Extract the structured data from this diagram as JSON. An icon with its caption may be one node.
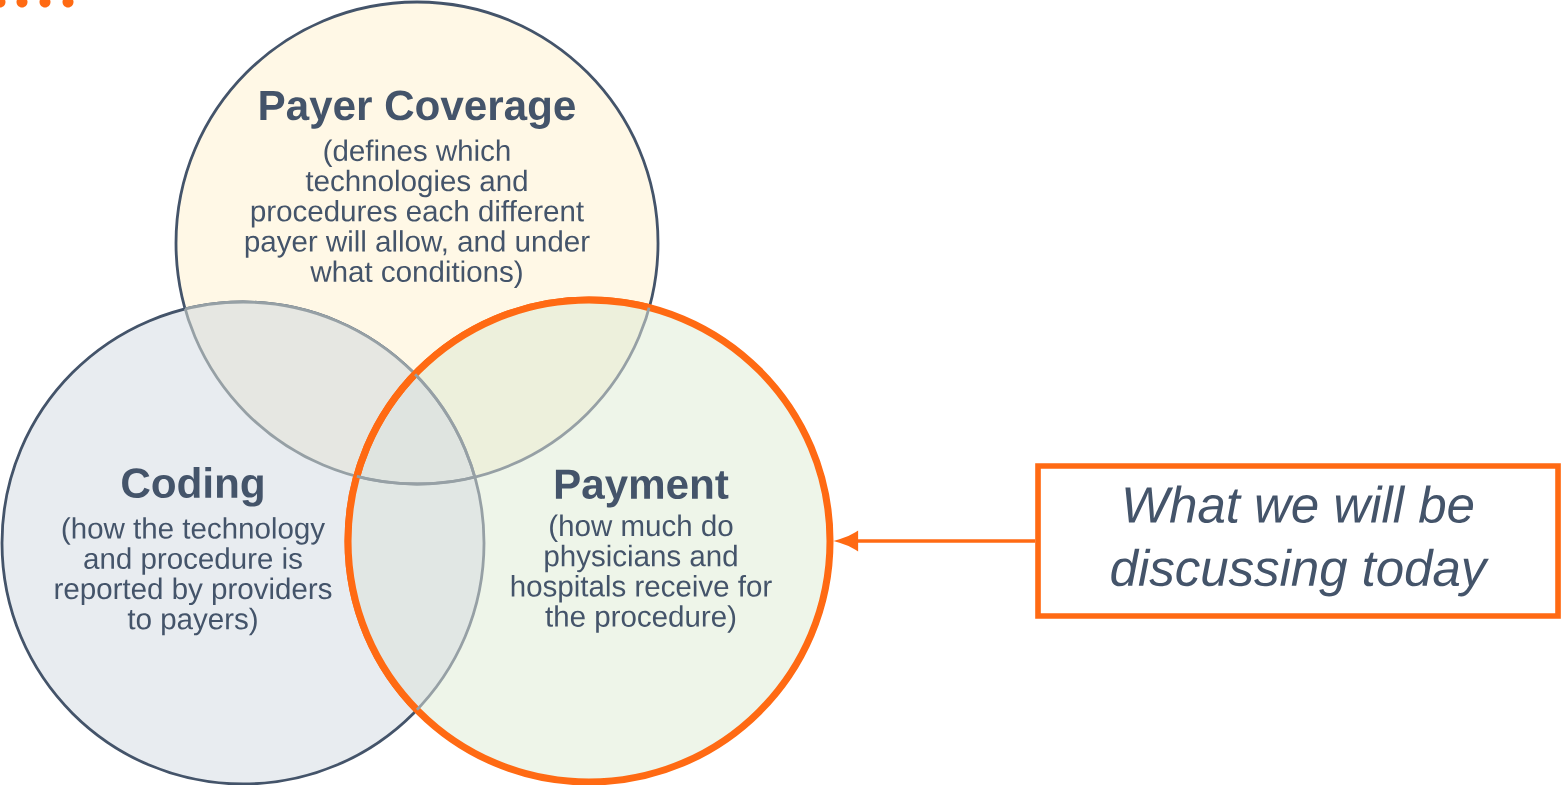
{
  "diagram": {
    "nodes": [
      {
        "text": [
          "Payer Coverage",
          "(defines which technologies and procedures each different payer will allow, and under what conditions)"
        ]
      },
      {
        "text": [
          "Coding",
          "(how the technology and procedure is reported by providers to payers)"
        ]
      },
      {
        "text": [
          "Payment",
          "(how much do physicians and hospitals receive for the procedure)"
        ]
      },
      {
        "text": [
          "What we will be discussing today"
        ]
      }
    ],
    "edges": [
      {
        "from": 3,
        "to": 2,
        "arrow": "to"
      }
    ]
  }
}
